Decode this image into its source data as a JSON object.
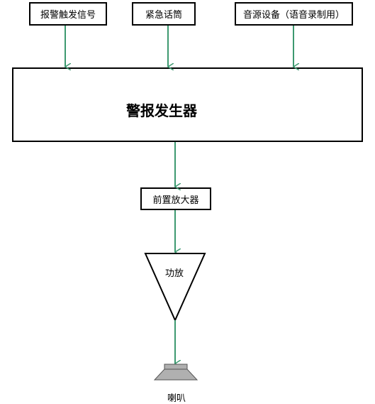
{
  "inputs": [
    {
      "label": "报警触发信号"
    },
    {
      "label": "紧急话筒"
    },
    {
      "label": "音源设备（语音录制用）"
    }
  ],
  "main_block": {
    "label": "警报发生器"
  },
  "preamp": {
    "label": "前置放大器"
  },
  "power_amp": {
    "label": "功放"
  },
  "speaker": {
    "label": "喇叭"
  },
  "colors": {
    "arrow": "#3d9970",
    "border": "#000000",
    "speaker_fill": "#b0b0b0"
  }
}
